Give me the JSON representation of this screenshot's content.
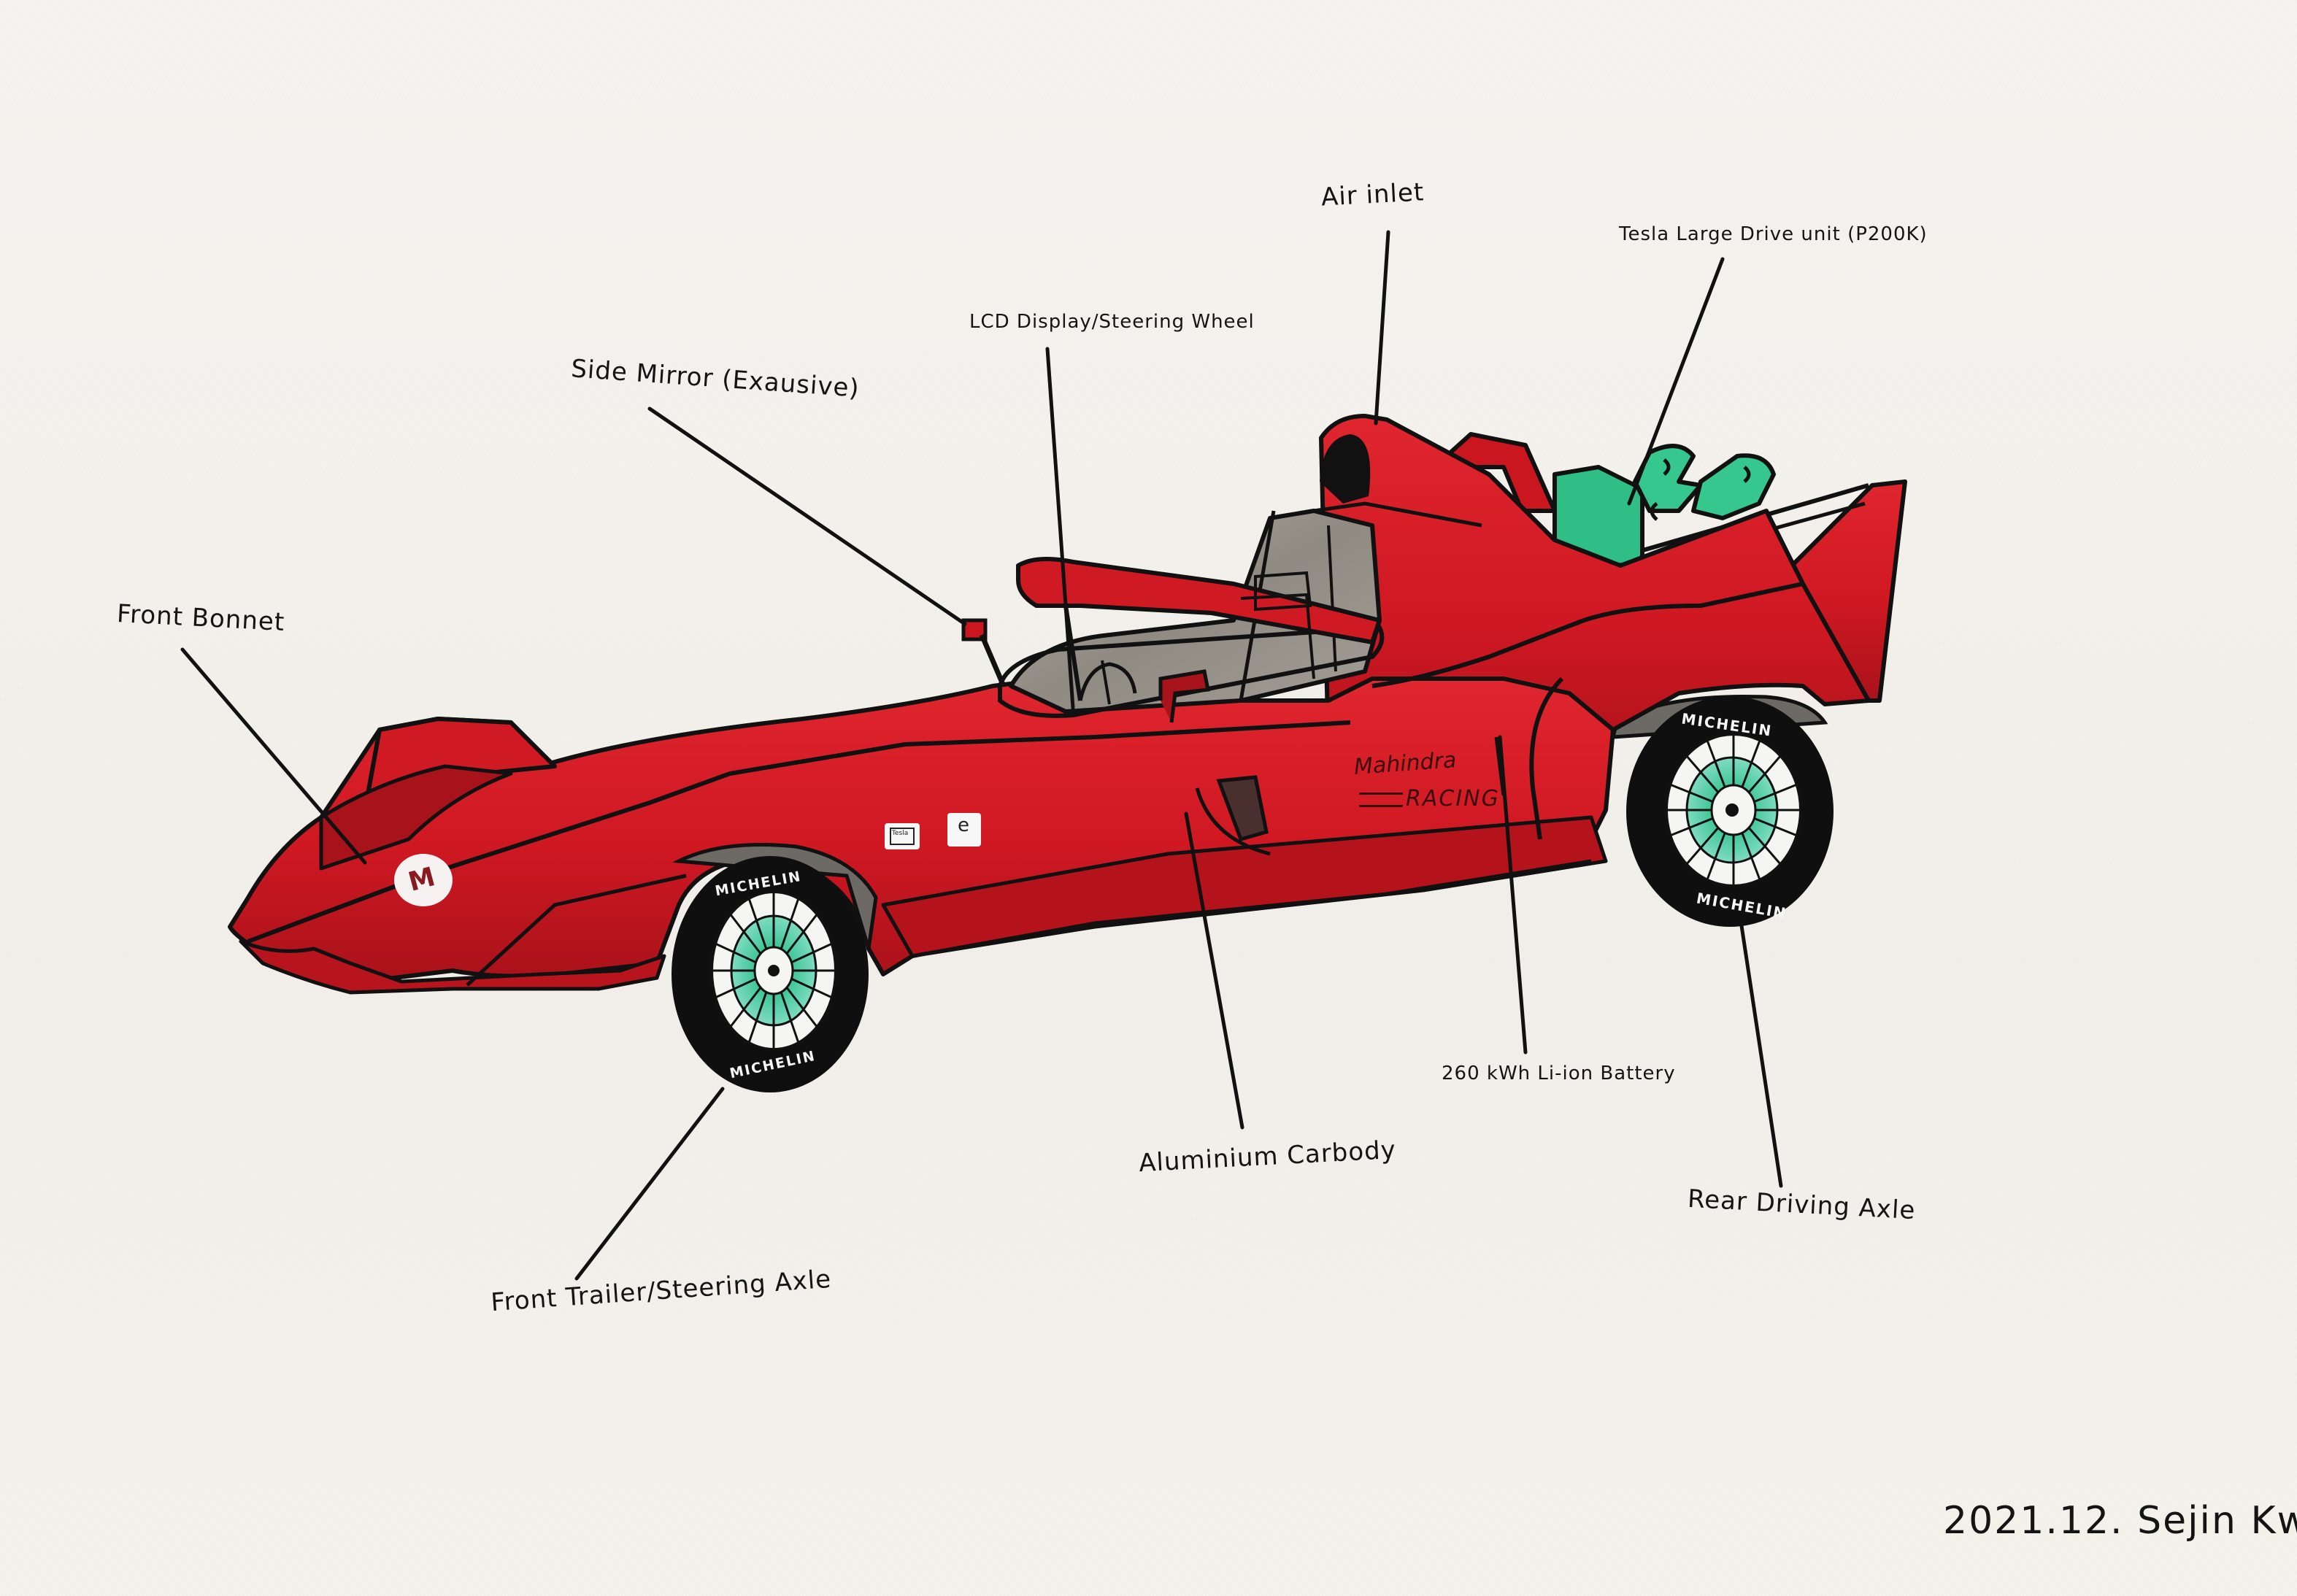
{
  "title": "Electric race car concept drawing",
  "colors": {
    "body_red": "#d11a24",
    "body_shadow": "#a8121b",
    "outline": "#111111",
    "motor_green": "#2fbf86",
    "wheel_green": "#3fc9a0",
    "cockpit_grey": "#9a958c",
    "tire_black": "#0f0f0f",
    "canvas": "#f4f2ee"
  },
  "labels": [
    {
      "id": "front-bonnet",
      "text": "Front Bonnet"
    },
    {
      "id": "side-mirror",
      "text": "Side Mirror (Exausive)"
    },
    {
      "id": "lcd-display",
      "text": "LCD Display/Steering Wheel"
    },
    {
      "id": "air-inlet",
      "text": "Air inlet"
    },
    {
      "id": "tesla-drive-unit",
      "text": "Tesla Large Drive unit (P200K)"
    },
    {
      "id": "battery",
      "text": "260 kWh Li-ion Battery"
    },
    {
      "id": "aluminium-carbody",
      "text": "Aluminium Carbody"
    },
    {
      "id": "rear-driving-axle",
      "text": "Rear Driving Axle"
    },
    {
      "id": "front-trailer-axle",
      "text": "Front Trailer/Steering Axle"
    }
  ],
  "car_markings": {
    "brand_line1": "Mahindra",
    "brand_line2": "RACING",
    "nose_badge": "M",
    "tire_brand": "MICHELIN",
    "sticker_left": "Tesla",
    "sticker_right": "e"
  },
  "signature": {
    "date": "2021.12.",
    "artist": "Sejin Kwon"
  }
}
